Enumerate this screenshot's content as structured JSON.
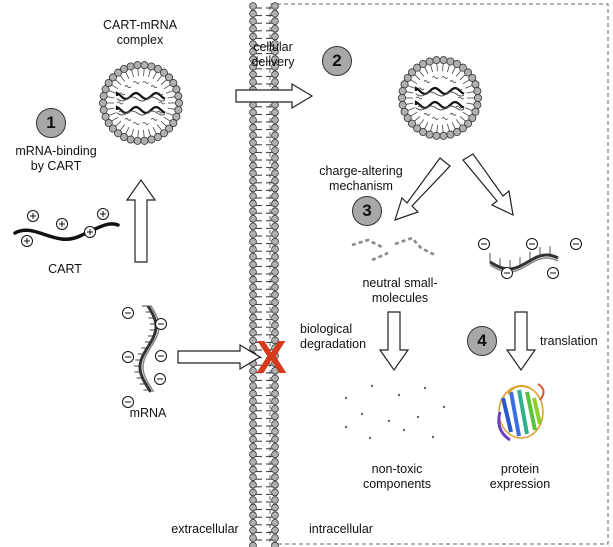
{
  "labels": {
    "cart_mrna_complex": [
      "CART-mRNA",
      "complex"
    ],
    "cellular_delivery": [
      "cellular",
      "delivery"
    ],
    "mrna_binding": [
      "mRNA-binding",
      "by CART"
    ],
    "cart": "CART",
    "mrna": "mRNA",
    "charge_altering": [
      "charge-altering",
      "mechanism"
    ],
    "neutral_small_molecules": [
      "neutral small-",
      "molecules"
    ],
    "biological_degradation": [
      "biological",
      "degradation"
    ],
    "translation": "translation",
    "non_toxic": [
      "non-toxic",
      "components"
    ],
    "protein_expression": [
      "protein",
      "expression"
    ],
    "extracellular": "extracellular",
    "intracellular": "intracellular",
    "blocked_mark": "X"
  },
  "steps": [
    "1",
    "2",
    "3",
    "4"
  ],
  "colors": {
    "step_circle": "#a8a8a8",
    "lipid_head": "#b0b0b0",
    "blocked_x": "#d63a1c",
    "strand": "#333333"
  },
  "icons": {
    "membrane": "lipid-bilayer-icon",
    "nanoparticle": "lipid-nanoparticle-icon",
    "protein": "protein-structure-icon",
    "charge": "charge-circle-icon"
  }
}
